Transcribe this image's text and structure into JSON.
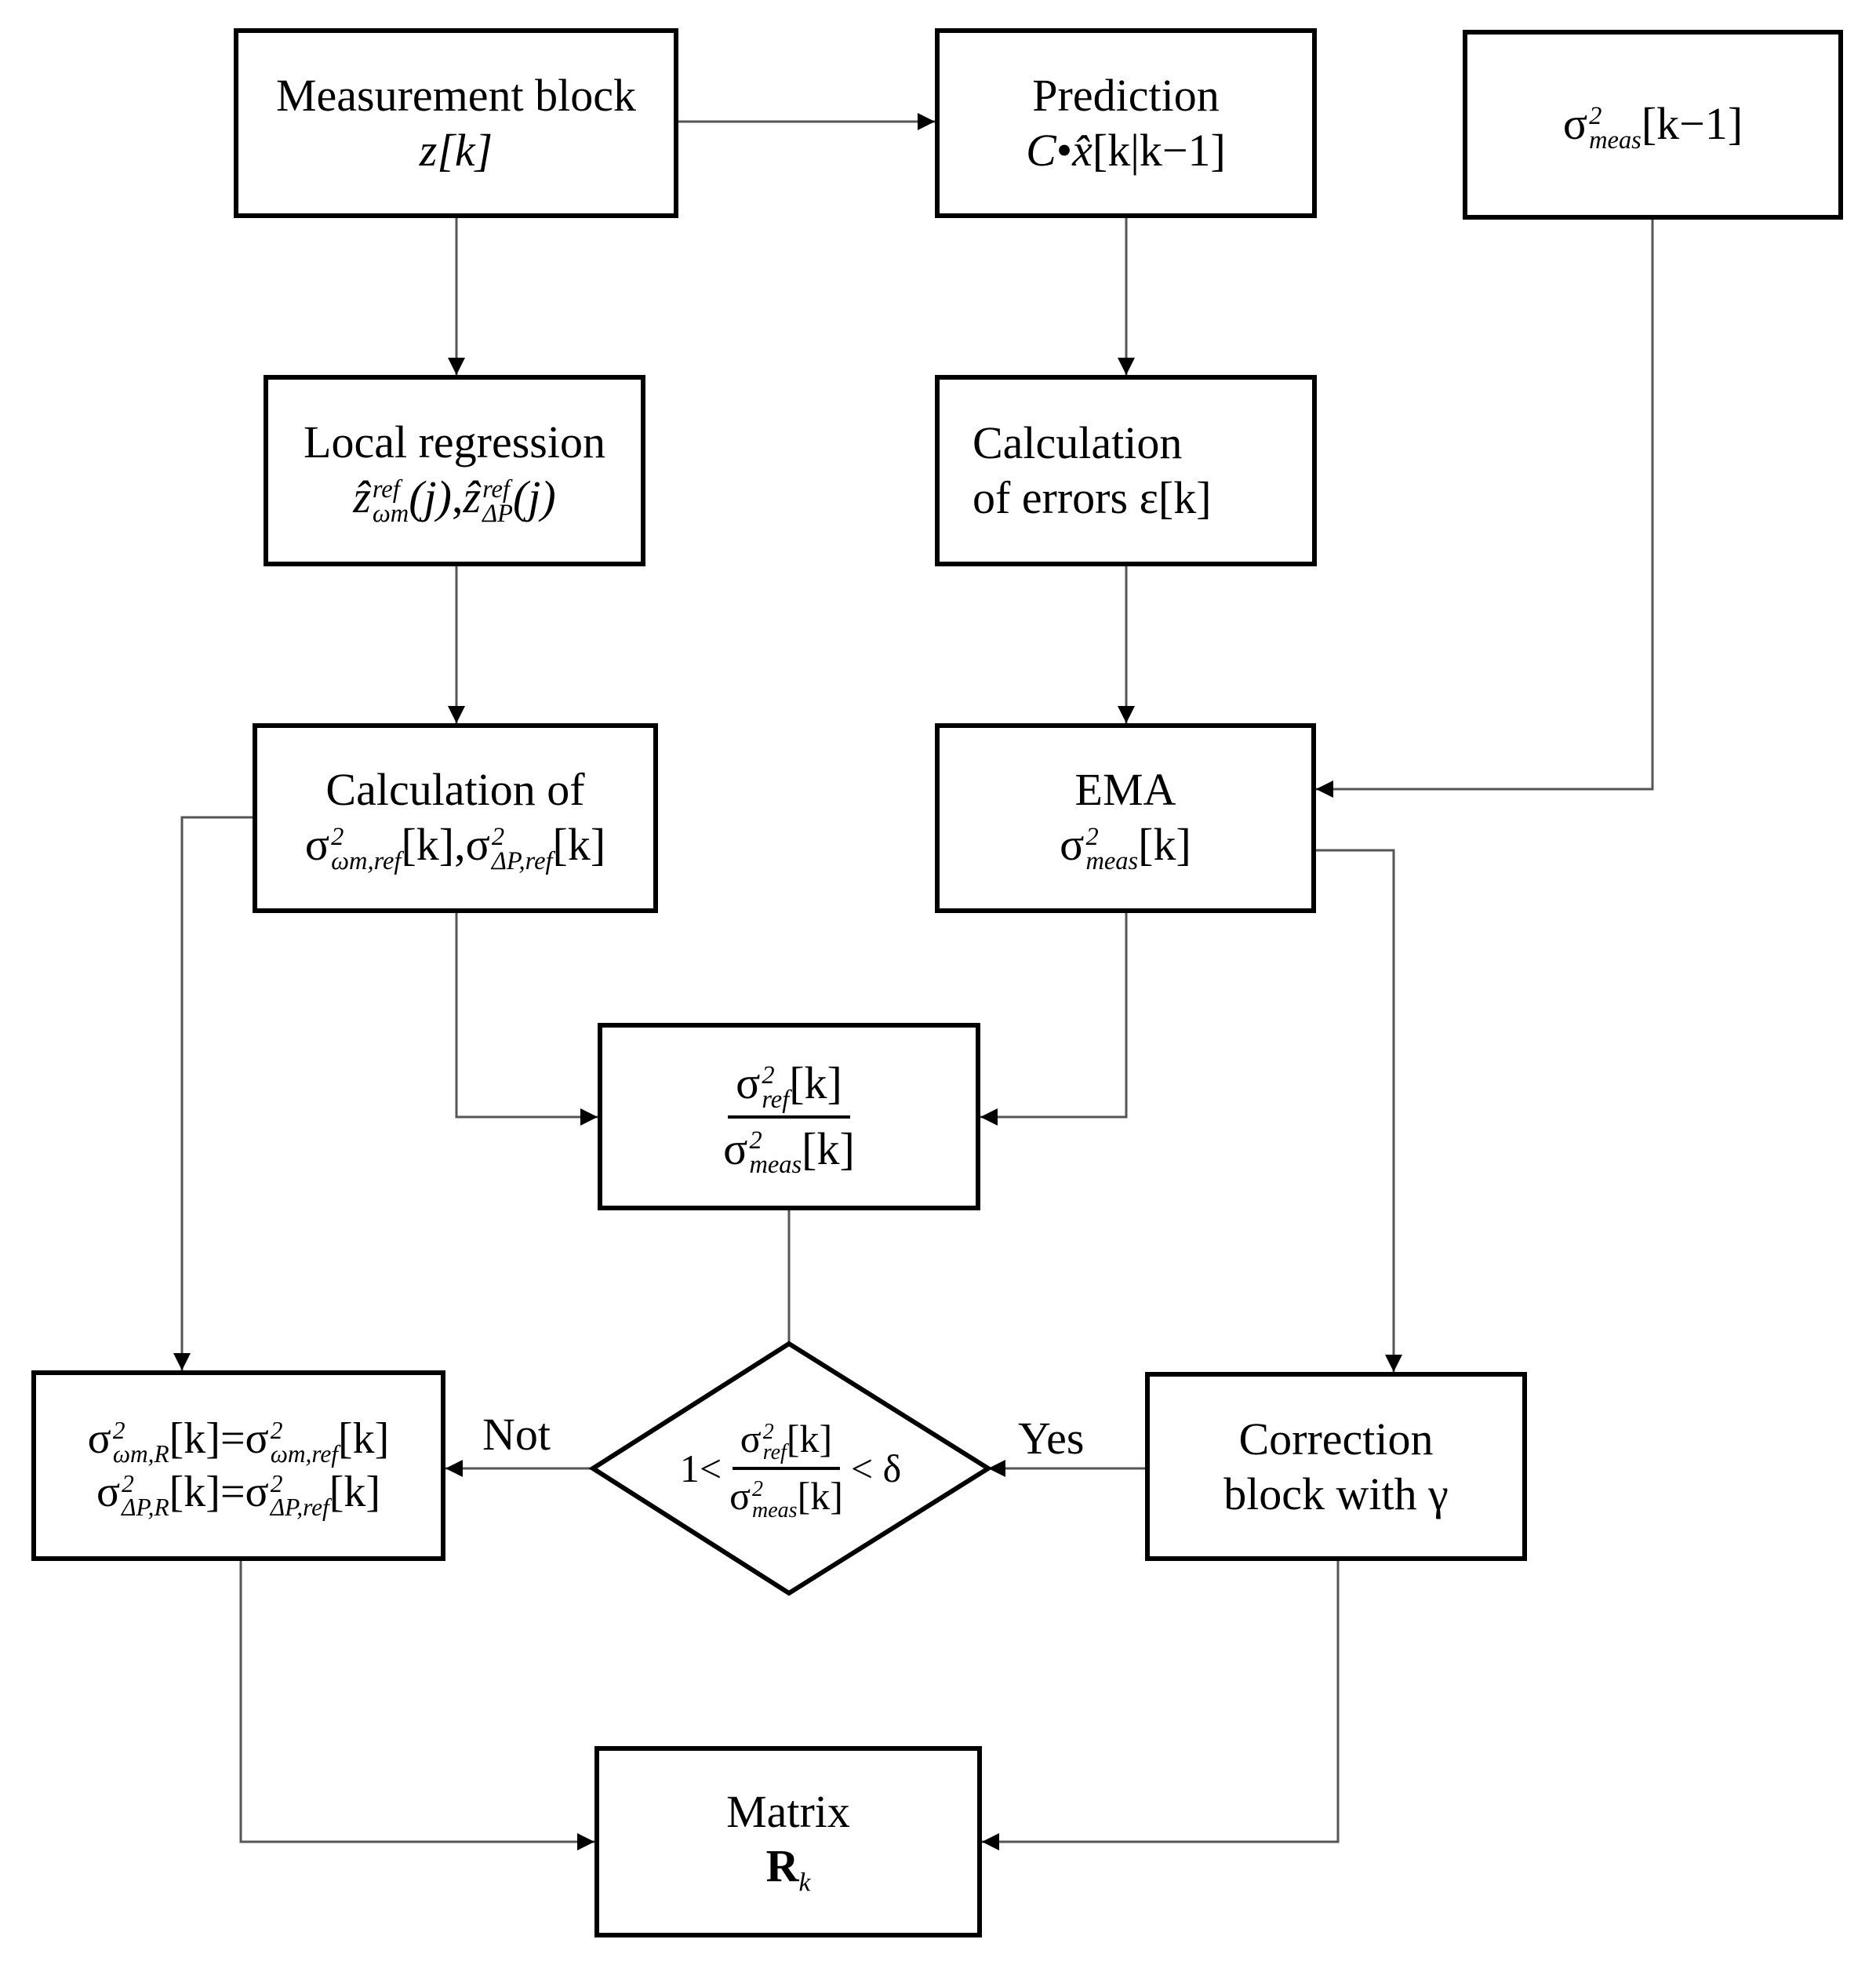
{
  "nodes": {
    "measurement": {
      "title": "Measurement block",
      "expr": "z[k]"
    },
    "prediction": {
      "title": "Prediction",
      "expr_c": "C",
      "expr_dot": "•",
      "expr_xhat": "x̂",
      "expr_rest": "[k|k−1]"
    },
    "sigma_prev": {
      "sigma": "σ",
      "sup": "2",
      "sub": "meas",
      "rest": "[k−1]"
    },
    "local_regression": {
      "title": "Local regression",
      "z": "ẑ",
      "sup": "ref",
      "sub1": "ωm",
      "sub2": "ΔP",
      "arg": "(j)"
    },
    "calc_errors": {
      "line1": "Calculation",
      "line2": "of errors  ε[k]"
    },
    "calc_of": {
      "title": "Calculation of",
      "term1_sub": "ωm,ref",
      "term2_sub": "ΔP,ref",
      "bracket": "[k]"
    },
    "ema": {
      "title": "EMA",
      "sub": "meas",
      "bracket": "[k]"
    },
    "ratio": {
      "num_sub": "ref",
      "den_sub": "meas",
      "bracket": "[k]"
    },
    "assign": {
      "row1_lhs_sub": "ωm,R",
      "row1_rhs_sub": "ωm,ref",
      "row2_lhs_sub": "ΔP,R",
      "row2_rhs_sub": "ΔP,ref",
      "bracket": "[k]",
      "eq": "="
    },
    "decision": {
      "prefix": "1<",
      "suffix": "< δ",
      "num_sub": "ref",
      "den_sub": "meas",
      "bracket": "[k]"
    },
    "correction": {
      "line1": "Correction",
      "line2": "block with γ"
    },
    "matrix": {
      "line1": "Matrix",
      "symbol": "R",
      "symbol_sub": "k"
    }
  },
  "edge_labels": {
    "no": "Not",
    "yes": "Yes"
  },
  "common": {
    "sigma": "σ",
    "sup2": "2"
  }
}
